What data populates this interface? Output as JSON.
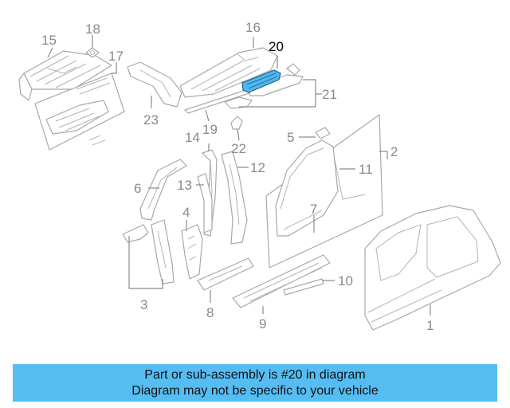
{
  "diagram": {
    "highlighted_part": "20",
    "highlight_color": "#4fb6ee",
    "callouts": {
      "c1": "1",
      "c2": "2",
      "c3": "3",
      "c4": "4",
      "c5": "5",
      "c6": "6",
      "c7": "7",
      "c8": "8",
      "c9": "9",
      "c10": "10",
      "c11": "11",
      "c12": "12",
      "c13": "13",
      "c14": "14",
      "c15": "15",
      "c16": "16",
      "c17": "17",
      "c18": "18",
      "c19": "19",
      "c20": "20",
      "c21": "21",
      "c22": "22",
      "c23": "23"
    }
  },
  "banner": {
    "line1": "Part or sub-assembly is #20 in diagram",
    "line2": "Diagram may not be specific to your vehicle",
    "background": "#55bdf2"
  }
}
